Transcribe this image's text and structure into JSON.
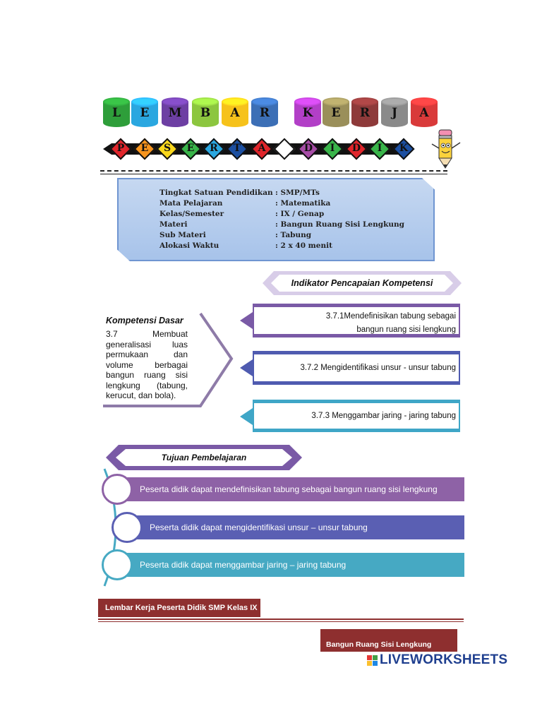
{
  "title": {
    "line1": [
      "L",
      "E",
      "M",
      "B",
      "A",
      "R",
      "K",
      "E",
      "R",
      "J",
      "A"
    ],
    "line1_colors": [
      "#2e9e3a",
      "#2aa7e0",
      "#6d3fa3",
      "#8cc63f",
      "#f6c21b",
      "#3c6fb6",
      "#b23fc7",
      "#9a8f5a",
      "#8e3a3a",
      "#8a8a8a",
      "#d93a3a"
    ],
    "line2": [
      "P",
      "E",
      "S",
      "E",
      "R",
      "T",
      "A",
      "",
      "D",
      "I",
      "D",
      "I",
      "K"
    ],
    "line2_colors": [
      "#e0252b",
      "#f7941d",
      "#f9d71c",
      "#39b54a",
      "#2aa7e0",
      "#1c4fa1",
      "#e0252b",
      "#ffffff",
      "#a64ca6",
      "#39b54a",
      "#e0252b",
      "#39b54a",
      "#1c4fa1"
    ]
  },
  "identity": {
    "rows": [
      {
        "label": "Tingkat Satuan Pendidikan",
        "value": ": SMP/MTs"
      },
      {
        "label": "Mata Pelajaran",
        "value": ": Matematika"
      },
      {
        "label": "Kelas/Semester",
        "value": ": IX / Genap"
      },
      {
        "label": "Materi",
        "value": ": Bangun Ruang Sisi Lengkung"
      },
      {
        "label": "Sub Materi",
        "value": ": Tabung"
      },
      {
        "label": "Alokasi Waktu",
        "value": ": 2 x 40 menit"
      }
    ]
  },
  "ipk": {
    "heading": "Indikator Pencapaian Kompetensi",
    "items": [
      {
        "line1": "3.7.1Mendefinisikan tabung sebagai",
        "line2": "bangun ruang sisi lengkung",
        "color": "#7a5aa6"
      },
      {
        "line1": "3.7.2  Mengidentifikasi unsur - unsur tabung",
        "line2": "",
        "color": "#4f5bb0"
      },
      {
        "line1": "3.7.3 Menggambar jaring - jaring tabung",
        "line2": "",
        "color": "#3fa6c7"
      }
    ]
  },
  "kd": {
    "heading": "Kompetensi Dasar",
    "text": "3.7  Membuat generalisasi luas permukaan dan volume berbagai bangun ruang sisi lengkung (tabung, kerucut, dan bola)."
  },
  "tp": {
    "heading": "Tujuan Pembelajaran",
    "items": [
      {
        "text": "Peserta didik dapat mendefinisikan tabung sebagai bangun ruang sisi lengkung",
        "color": "#8e62a6"
      },
      {
        "text": "Peserta didik dapat mengidentifikasi unsur – unsur tabung",
        "color": "#5a5fb3"
      },
      {
        "text": "Peserta didik dapat menggambar jaring – jaring tabung",
        "color": "#46a9c3"
      }
    ]
  },
  "footer": {
    "left": "Lembar Kerja Peserta Didik SMP Kelas IX",
    "right": "Bangun Ruang Sisi Lengkung",
    "color": "#8e2f2f"
  },
  "brand": {
    "name": "LIVEWORKSHEETS"
  }
}
